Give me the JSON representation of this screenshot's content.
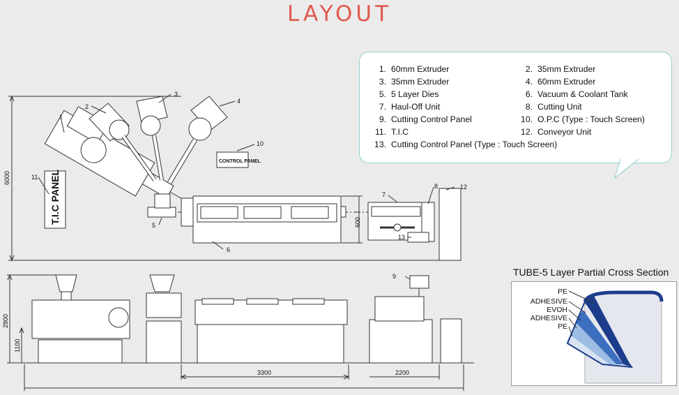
{
  "title": "LAYOUT",
  "legend": [
    {
      "num": "1.",
      "text": "60mm Extruder"
    },
    {
      "num": "2.",
      "text": "35mm Extruder"
    },
    {
      "num": "3.",
      "text": "35mm Extruder"
    },
    {
      "num": "4.",
      "text": "60mm Extruder"
    },
    {
      "num": "5.",
      "text": "5 Layer Dies"
    },
    {
      "num": "6.",
      "text": "Vacuum & Coolant Tank"
    },
    {
      "num": "7.",
      "text": "Haul-Off Unit"
    },
    {
      "num": "8.",
      "text": "Cutting Unit"
    },
    {
      "num": "9.",
      "text": "Cutting Control Panel"
    },
    {
      "num": "10.",
      "text": "O.P.C (Type : Touch Screen)"
    },
    {
      "num": "11.",
      "text": "T.I.C"
    },
    {
      "num": "12.",
      "text": "Conveyor Unit"
    },
    {
      "num": "13.",
      "text": "Cutting Control Panel (Type : Touch Screen)"
    }
  ],
  "plan": {
    "callouts": [
      "1",
      "2",
      "3",
      "4",
      "5",
      "6",
      "7",
      "8",
      "10",
      "11",
      "12",
      "13"
    ],
    "tic_panel_label": "T.I.C PANEL",
    "control_panel_label": "CONTROL PANEL",
    "dim_height": "6000",
    "dim_tank": "600"
  },
  "elevation": {
    "callout_9": "9",
    "dim_height_total": "2800",
    "dim_height_center": "1100",
    "dim_length_tank": "3300",
    "dim_length_cutting": "2200"
  },
  "cross_section": {
    "title": "TUBE-5 Layer Partial Cross Section",
    "layers": [
      "PE",
      "ADHESIVE",
      "EVOH",
      "ADHESIVE",
      "PE"
    ],
    "colors": {
      "outer": "#1c3d8c",
      "mid": "#3d6fbf",
      "inner": "#9dbde4",
      "core": "#d8e4f2",
      "tube": "#e5e7ee"
    }
  },
  "colors": {
    "title": "#e05a4e",
    "legend_border": "#8fcfcf"
  }
}
